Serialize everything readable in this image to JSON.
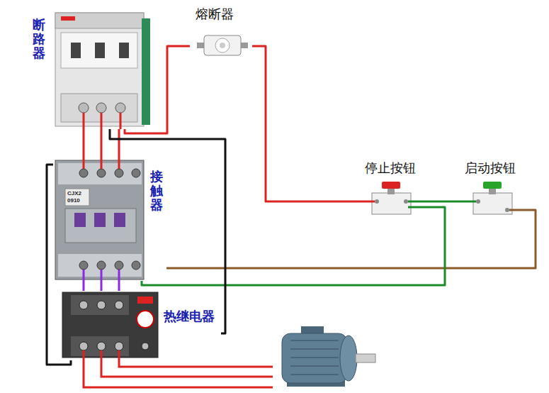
{
  "diagram": {
    "nodes": [
      {
        "text": [
          "断路器"
        ]
      },
      {
        "text": [
          "熔断器"
        ]
      },
      {
        "text": [
          "接触器"
        ]
      },
      {
        "text": [
          "停止按钮"
        ]
      },
      {
        "text": [
          "启动按钮"
        ]
      },
      {
        "text": [
          "热继电器"
        ]
      }
    ],
    "edges": [
      {
        "from": 0,
        "to": 1,
        "arrow": "none"
      },
      {
        "from": 1,
        "to": 3,
        "arrow": "none"
      },
      {
        "from": 3,
        "to": 4,
        "arrow": "none"
      },
      {
        "from": 4,
        "to": 2,
        "arrow": "none"
      },
      {
        "from": 3,
        "to": 2,
        "arrow": "none"
      },
      {
        "from": 0,
        "to": 2,
        "arrow": "none"
      },
      {
        "from": 0,
        "to": 5,
        "arrow": "none"
      },
      {
        "from": 2,
        "to": 5,
        "arrow": "none"
      },
      {
        "from": 2,
        "to": 5,
        "arrow": "none"
      }
    ],
    "labels": [
      "CJX2",
      "0910"
    ]
  }
}
